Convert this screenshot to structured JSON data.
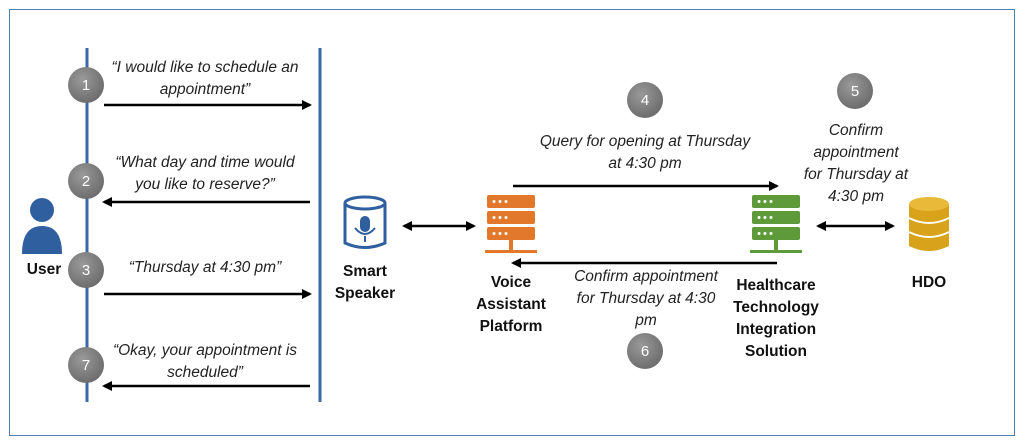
{
  "messages": {
    "m1": "“I would like to schedule an\nappointment”",
    "m2": "“What day and time would\nyou like to reserve?”",
    "m3": "“Thursday at 4:30 pm”",
    "m7": "“Okay, your appointment is\nscheduled”",
    "m4": "Query for opening at Thursday\nat 4:30 pm",
    "m5": "Confirm\nappointment\nfor Thursday at\n4:30 pm",
    "m6": "Confirm appointment\nfor Thursday at 4:30\npm"
  },
  "steps": {
    "s1": "1",
    "s2": "2",
    "s3": "3",
    "s4": "4",
    "s5": "5",
    "s6": "6",
    "s7": "7"
  },
  "nodes": {
    "user": "User",
    "speaker": "Smart\nSpeaker",
    "vap": "Voice\nAssistant\nPlatform",
    "htis": "Healthcare\nTechnology\nIntegration\nSolution",
    "hdo": "HDO"
  },
  "colors": {
    "frame": "#4e7fb3",
    "lifeline": "#3a6aa8",
    "user_icon": "#2f5f9e",
    "speaker_icon": "#2f5f9e",
    "vap_server": "#e2782b",
    "htis_server": "#5e9a3a",
    "hdo_db": "#d8a21a",
    "badge": "#7a7a7a"
  },
  "icons": [
    "user-icon",
    "smart-speaker-icon",
    "server-icon",
    "server-icon",
    "database-icon"
  ]
}
